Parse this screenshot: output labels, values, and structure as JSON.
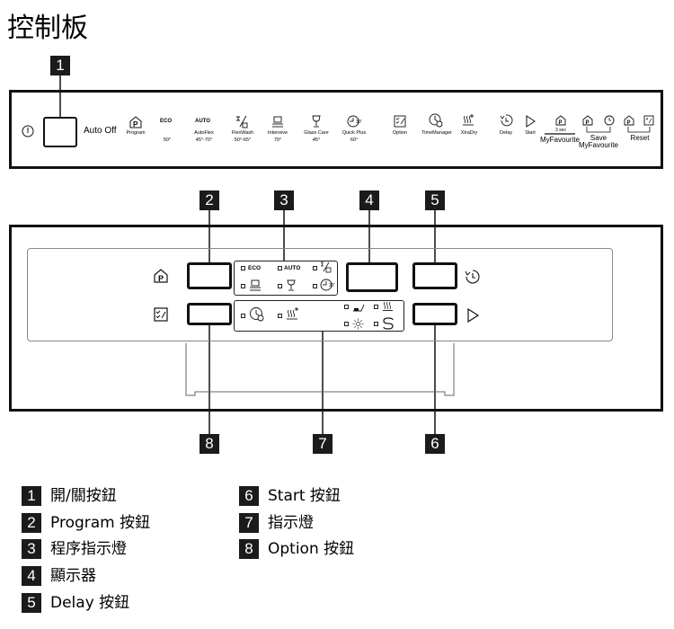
{
  "title": "控制板",
  "callouts": [
    "1",
    "2",
    "3",
    "4",
    "5",
    "6",
    "7",
    "8"
  ],
  "panel1": {
    "auto_off": "Auto Off",
    "program": "Program",
    "eco": "ECO",
    "eco_temp": "50°",
    "auto": "AUTO",
    "autoflex": "AutoFlex",
    "autoflex_temp": "45°-70°",
    "flexwash": "FlexWash",
    "flexwash_temp": "50°-65°",
    "intensive": "Intensive",
    "intensive_temp": "70°",
    "glasscare": "Glass Care",
    "glasscare_temp": "45°",
    "quickplus": "Quick Plus",
    "quickplus_temp": "60°",
    "option": "Option",
    "timemanager": "TimeManager",
    "xtradry": "XtraDry",
    "delay": "Delay",
    "start": "Start",
    "sec3": "3 sec",
    "myfavourite": "MyFavourite",
    "save": "Save",
    "save_myfavourite": "MyFavourite",
    "reset": "Reset"
  },
  "panel2": {
    "eco": "ECO",
    "auto": "AUTO"
  },
  "legend": [
    {
      "num": "1",
      "text": "開/關按鈕"
    },
    {
      "num": "2",
      "text": "Program 按鈕"
    },
    {
      "num": "3",
      "text": "程序指示燈"
    },
    {
      "num": "4",
      "text": "顯示器"
    },
    {
      "num": "5",
      "text": "Delay 按鈕"
    },
    {
      "num": "6",
      "text": "Start 按鈕"
    },
    {
      "num": "7",
      "text": "指示燈"
    },
    {
      "num": "8",
      "text": "Option 按鈕"
    }
  ]
}
